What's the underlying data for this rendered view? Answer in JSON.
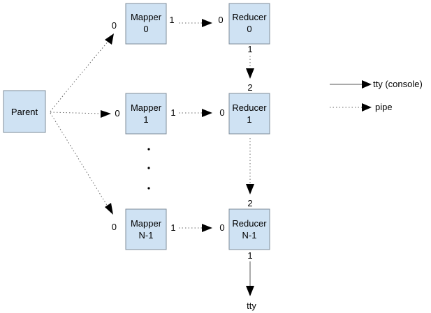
{
  "nodes": {
    "parent": {
      "line1": "Parent"
    },
    "mapper0": {
      "line1": "Mapper",
      "line2": "0"
    },
    "mapper1": {
      "line1": "Mapper",
      "line2": "1"
    },
    "mapperN": {
      "line1": "Mapper",
      "line2": "N-1"
    },
    "reducer0": {
      "line1": "Reducer",
      "line2": "0"
    },
    "reducer1": {
      "line1": "Reducer",
      "line2": "1"
    },
    "reducerN": {
      "line1": "Reducer",
      "line2": "N-1"
    }
  },
  "ports": {
    "m0_in": "0",
    "m0_out": "1",
    "r0_in": "0",
    "r0_down": "1",
    "m1_in": "0",
    "m1_out": "1",
    "r1_in": "0",
    "r1_top": "2",
    "mN_in": "0",
    "mN_out": "1",
    "rN_in": "0",
    "rN_top": "2",
    "rN_down": "1"
  },
  "terminal": "tty",
  "legend": {
    "tty_label": "tty (console)",
    "pipe_label": "pipe"
  }
}
